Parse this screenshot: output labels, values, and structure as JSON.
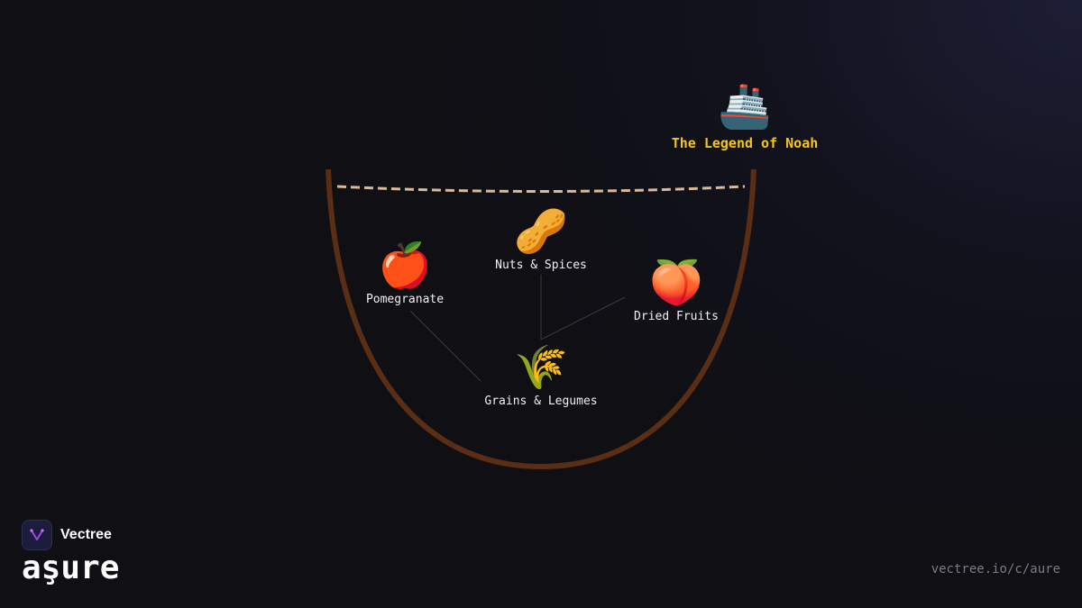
{
  "diagram": {
    "title_node": {
      "emoji": "🚢",
      "label": "The Legend of Noah"
    },
    "ingredients": [
      {
        "emoji": "🍎",
        "label": "Pomegranate"
      },
      {
        "emoji": "🥜",
        "label": "Nuts & Spices"
      },
      {
        "emoji": "🍑",
        "label": "Dried Fruits"
      },
      {
        "emoji": "🌾",
        "label": "Grains & Legumes"
      }
    ],
    "colors": {
      "bowl": "#5a2e14",
      "rim": "#d9b99a",
      "title": "#f5c518",
      "connector": "#3a3a40"
    }
  },
  "brand": {
    "name": "Vectree",
    "logo_icon": "vectree-logo-icon",
    "dish": "aşure",
    "url": "vectree.io/c/aure"
  }
}
